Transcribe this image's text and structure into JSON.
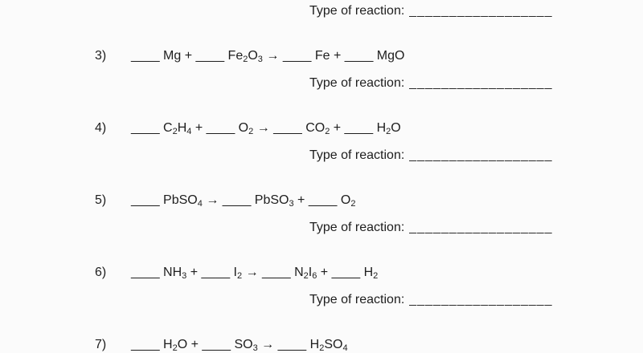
{
  "page": {
    "background_color": "#fbfbfb",
    "text_color": "#1e1e1e"
  },
  "top_answer": {
    "label": "Type of reaction:",
    "line": "__________________"
  },
  "questions": [
    {
      "number": "3)",
      "equation": [
        {
          "t": "____ Mg + ____ Fe"
        },
        {
          "t": "2",
          "s": true
        },
        {
          "t": "O"
        },
        {
          "t": "3",
          "s": true
        },
        {
          "t": " "
        },
        {
          "t": "→",
          "b": true
        },
        {
          "t": " ____ Fe + ____ MgO"
        }
      ],
      "type_label": "Type of reaction:",
      "answer_line": "__________________"
    },
    {
      "number": "4)",
      "equation": [
        {
          "t": "____ C"
        },
        {
          "t": "2",
          "s": true
        },
        {
          "t": "H"
        },
        {
          "t": "4",
          "s": true
        },
        {
          "t": " + ____ O"
        },
        {
          "t": "2",
          "s": true
        },
        {
          "t": " "
        },
        {
          "t": "→",
          "b": true
        },
        {
          "t": " ____ CO"
        },
        {
          "t": "2",
          "s": true
        },
        {
          "t": " + ____ H"
        },
        {
          "t": "2",
          "s": true
        },
        {
          "t": "O"
        }
      ],
      "type_label": "Type of reaction:",
      "answer_line": "__________________"
    },
    {
      "number": "5)",
      "equation": [
        {
          "t": "____ PbSO"
        },
        {
          "t": "4",
          "s": true
        },
        {
          "t": " "
        },
        {
          "t": "→",
          "b": true
        },
        {
          "t": " ____ PbSO"
        },
        {
          "t": "3",
          "s": true
        },
        {
          "t": " + ____ O"
        },
        {
          "t": "2",
          "s": true
        }
      ],
      "type_label": "Type of reaction:",
      "answer_line": "__________________"
    },
    {
      "number": "6)",
      "equation": [
        {
          "t": "____ NH"
        },
        {
          "t": "3",
          "s": true
        },
        {
          "t": " + ____ I"
        },
        {
          "t": "2",
          "s": true
        },
        {
          "t": " "
        },
        {
          "t": "→",
          "b": true
        },
        {
          "t": " ____ N"
        },
        {
          "t": "2",
          "s": true
        },
        {
          "t": "I"
        },
        {
          "t": "6",
          "s": true
        },
        {
          "t": " + ____ H"
        },
        {
          "t": "2",
          "s": true
        }
      ],
      "type_label": "Type of reaction:",
      "answer_line": "__________________"
    },
    {
      "number": "7)",
      "equation": [
        {
          "t": "____ H"
        },
        {
          "t": "2",
          "s": true
        },
        {
          "t": "O + ____ SO"
        },
        {
          "t": "3",
          "s": true
        },
        {
          "t": " "
        },
        {
          "t": "→",
          "b": true
        },
        {
          "t": " ____ H"
        },
        {
          "t": "2",
          "s": true
        },
        {
          "t": "SO"
        },
        {
          "t": "4",
          "s": true
        }
      ]
    }
  ]
}
